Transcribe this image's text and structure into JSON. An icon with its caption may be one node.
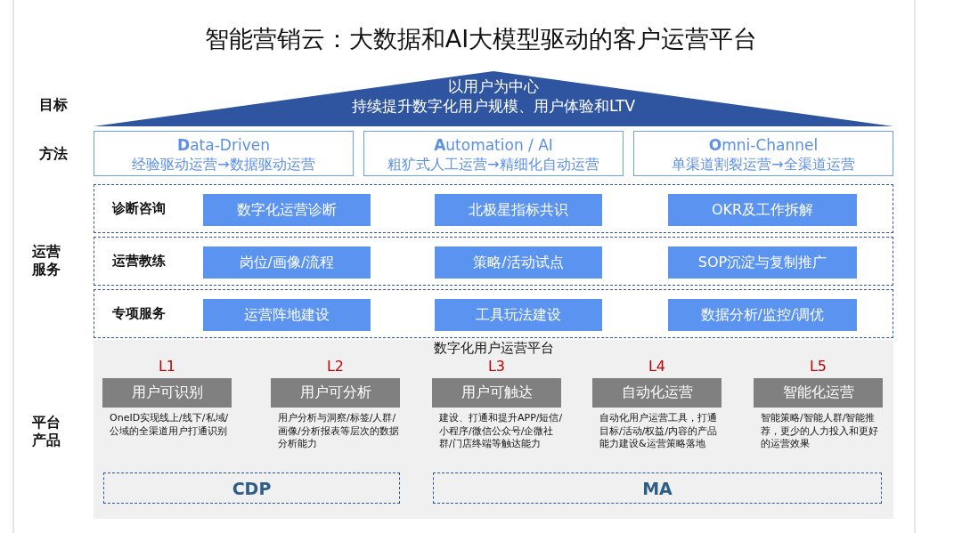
{
  "diagram": {
    "title": "智能营销云：大数据和AI大模型驱动的客户运营平台",
    "nodes": [
      {
        "text": [
          "以用户为中心",
          "持续提升数字化用户规模、用户体验和LTV"
        ]
      },
      {
        "text": [
          "**D**ata-Driven",
          "经验驱动运营→数据驱动运营"
        ]
      },
      {
        "text": [
          "**A**utomation / AI",
          "粗犷式人工运营→精细化自动运营"
        ]
      },
      {
        "text": [
          "**O**mni-Channel",
          "单渠道割裂运营→全渠道运营"
        ]
      },
      {
        "text": [
          "诊断咨询"
        ]
      },
      {
        "text": [
          "数字化运营诊断"
        ],
        "in": 4
      },
      {
        "text": [
          "北极星指标共识"
        ],
        "in": 4
      },
      {
        "text": [
          "OKR及工作拆解"
        ],
        "in": 4
      },
      {
        "text": [
          "运营教练"
        ]
      },
      {
        "text": [
          "岗位/画像/流程"
        ],
        "in": 8
      },
      {
        "text": [
          "策略/活动试点"
        ],
        "in": 8
      },
      {
        "text": [
          "SOP沉淀与复制推广"
        ],
        "in": 8
      },
      {
        "text": [
          "专项服务"
        ]
      },
      {
        "text": [
          "运营阵地建设"
        ],
        "in": 12
      },
      {
        "text": [
          "工具玩法建设"
        ],
        "in": 12
      },
      {
        "text": [
          "数据分析/监控/调优"
        ],
        "in": 12
      },
      {
        "text": [
          "数字化用户运营平台"
        ]
      },
      {
        "text": [
          "用户可识别"
        ],
        "in": 16,
        "beside": [
          "L1",
          "OneID实现线上/线下/私域/公域的全渠道用户打通识别"
        ]
      },
      {
        "text": [
          "用户可分析"
        ],
        "in": 16,
        "beside": [
          "L2",
          "用户分析与洞察/标签/人群/画像/分析报表等层次的数据分析能力"
        ]
      },
      {
        "text": [
          "用户可触达"
        ],
        "in": 16,
        "beside": [
          "L3",
          "建设、打通和提升APP/短信/小程序/微信公众号/企微社群/门店终端等触达能力"
        ]
      },
      {
        "text": [
          "自动化运营"
        ],
        "in": 16,
        "beside": [
          "L4",
          "自动化用户运营工具，打通目标/活动/权益/内容的产品能力建设&运营策略落地"
        ]
      },
      {
        "text": [
          "智能化运营"
        ],
        "in": 16,
        "beside": [
          "L5",
          "智能策略/智能人群/智能推荐，更少的人力投入和更好的运营效果"
        ]
      },
      {
        "text": [
          "CDP"
        ],
        "in": 16
      },
      {
        "text": [
          "MA"
        ],
        "in": 16
      }
    ],
    "labels": [
      "目标",
      "方法",
      "运营服务",
      "平台产品"
    ]
  }
}
